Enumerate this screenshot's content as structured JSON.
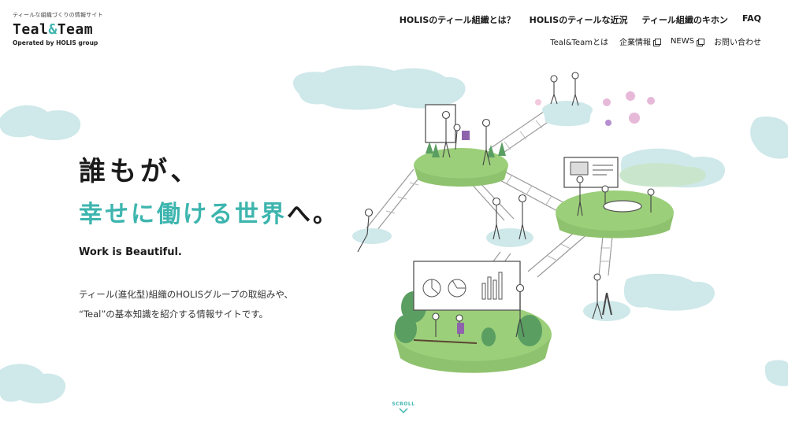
{
  "header": {
    "tagline": "ティールな組織づくりの情報サイト",
    "brand_left": "Teal",
    "brand_amp": "&",
    "brand_right": "Team",
    "operated_by": "Operated by HOLIS group"
  },
  "nav": {
    "primary": [
      {
        "label": "HOLISのティール組織とは？"
      },
      {
        "label": "HOLISのティールな近況"
      },
      {
        "label": "ティール組織のキホン"
      },
      {
        "label": "FAQ"
      }
    ],
    "secondary": [
      {
        "label": "Teal&Teamとは"
      },
      {
        "label": "企業情報"
      },
      {
        "label": "NEWS"
      },
      {
        "label": "お問い合わせ"
      }
    ]
  },
  "hero": {
    "line1": "誰もが、",
    "line2_teal": "幸せに働ける世界",
    "line2_end": "へ。",
    "tagline": "Work is Beautiful.",
    "desc1": "ティール(進化型)組織のHOLISグループの取組みや、",
    "desc2": "“Teal”の基本知識を紹介する情報サイトです。"
  },
  "scroll": {
    "label": "SCROLL"
  },
  "colors": {
    "teal": "#3db5ae",
    "cloud": "#cfe8ea",
    "grass": "#9ccf7a",
    "tree": "#5a9e62",
    "purple": "#8e62ad",
    "pink": "#e7b9d9"
  }
}
